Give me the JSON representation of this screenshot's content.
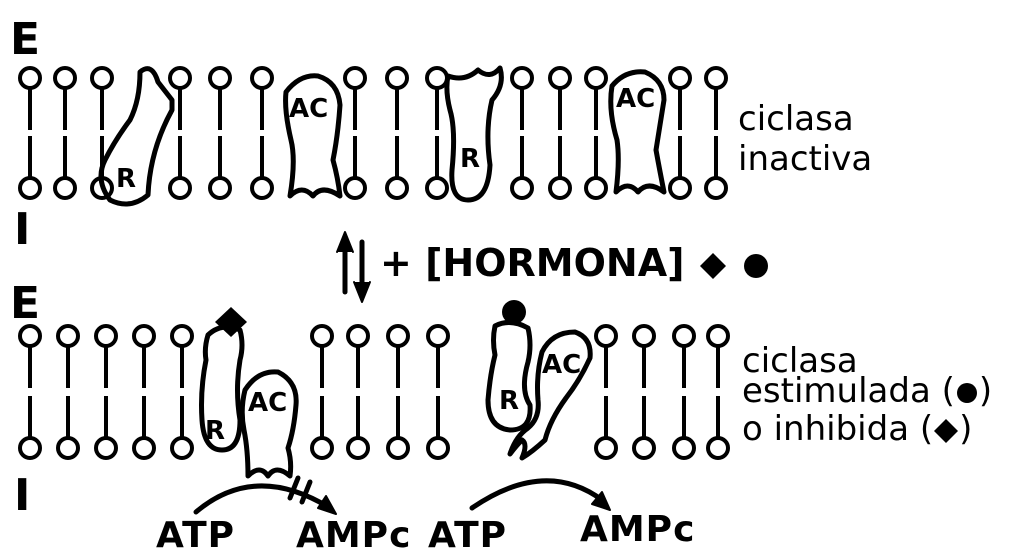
{
  "sides": {
    "exterior": "E",
    "interior": "I"
  },
  "proteins": {
    "receptor": "R",
    "cyclase": "AC"
  },
  "top": {
    "state_line1": "ciclasa",
    "state_line2": "inactiva"
  },
  "equilibrium": {
    "label": "+ [HORMONA]"
  },
  "bottom": {
    "state_line1": "ciclasa",
    "state_line2": "estimulada (",
    "state_line2_end": ")",
    "state_line3": "o inhibida (",
    "state_line3_end": ")"
  },
  "reactions": [
    {
      "substrate": "ATP",
      "product": "AMPc",
      "blocked": true
    },
    {
      "substrate": "ATP",
      "product": "AMPc",
      "blocked": false
    }
  ],
  "colors": {
    "ink": "#000000",
    "background": "#ffffff"
  },
  "symbols": {
    "inhibitory_hormone": "diamond",
    "stimulatory_hormone": "circle"
  }
}
